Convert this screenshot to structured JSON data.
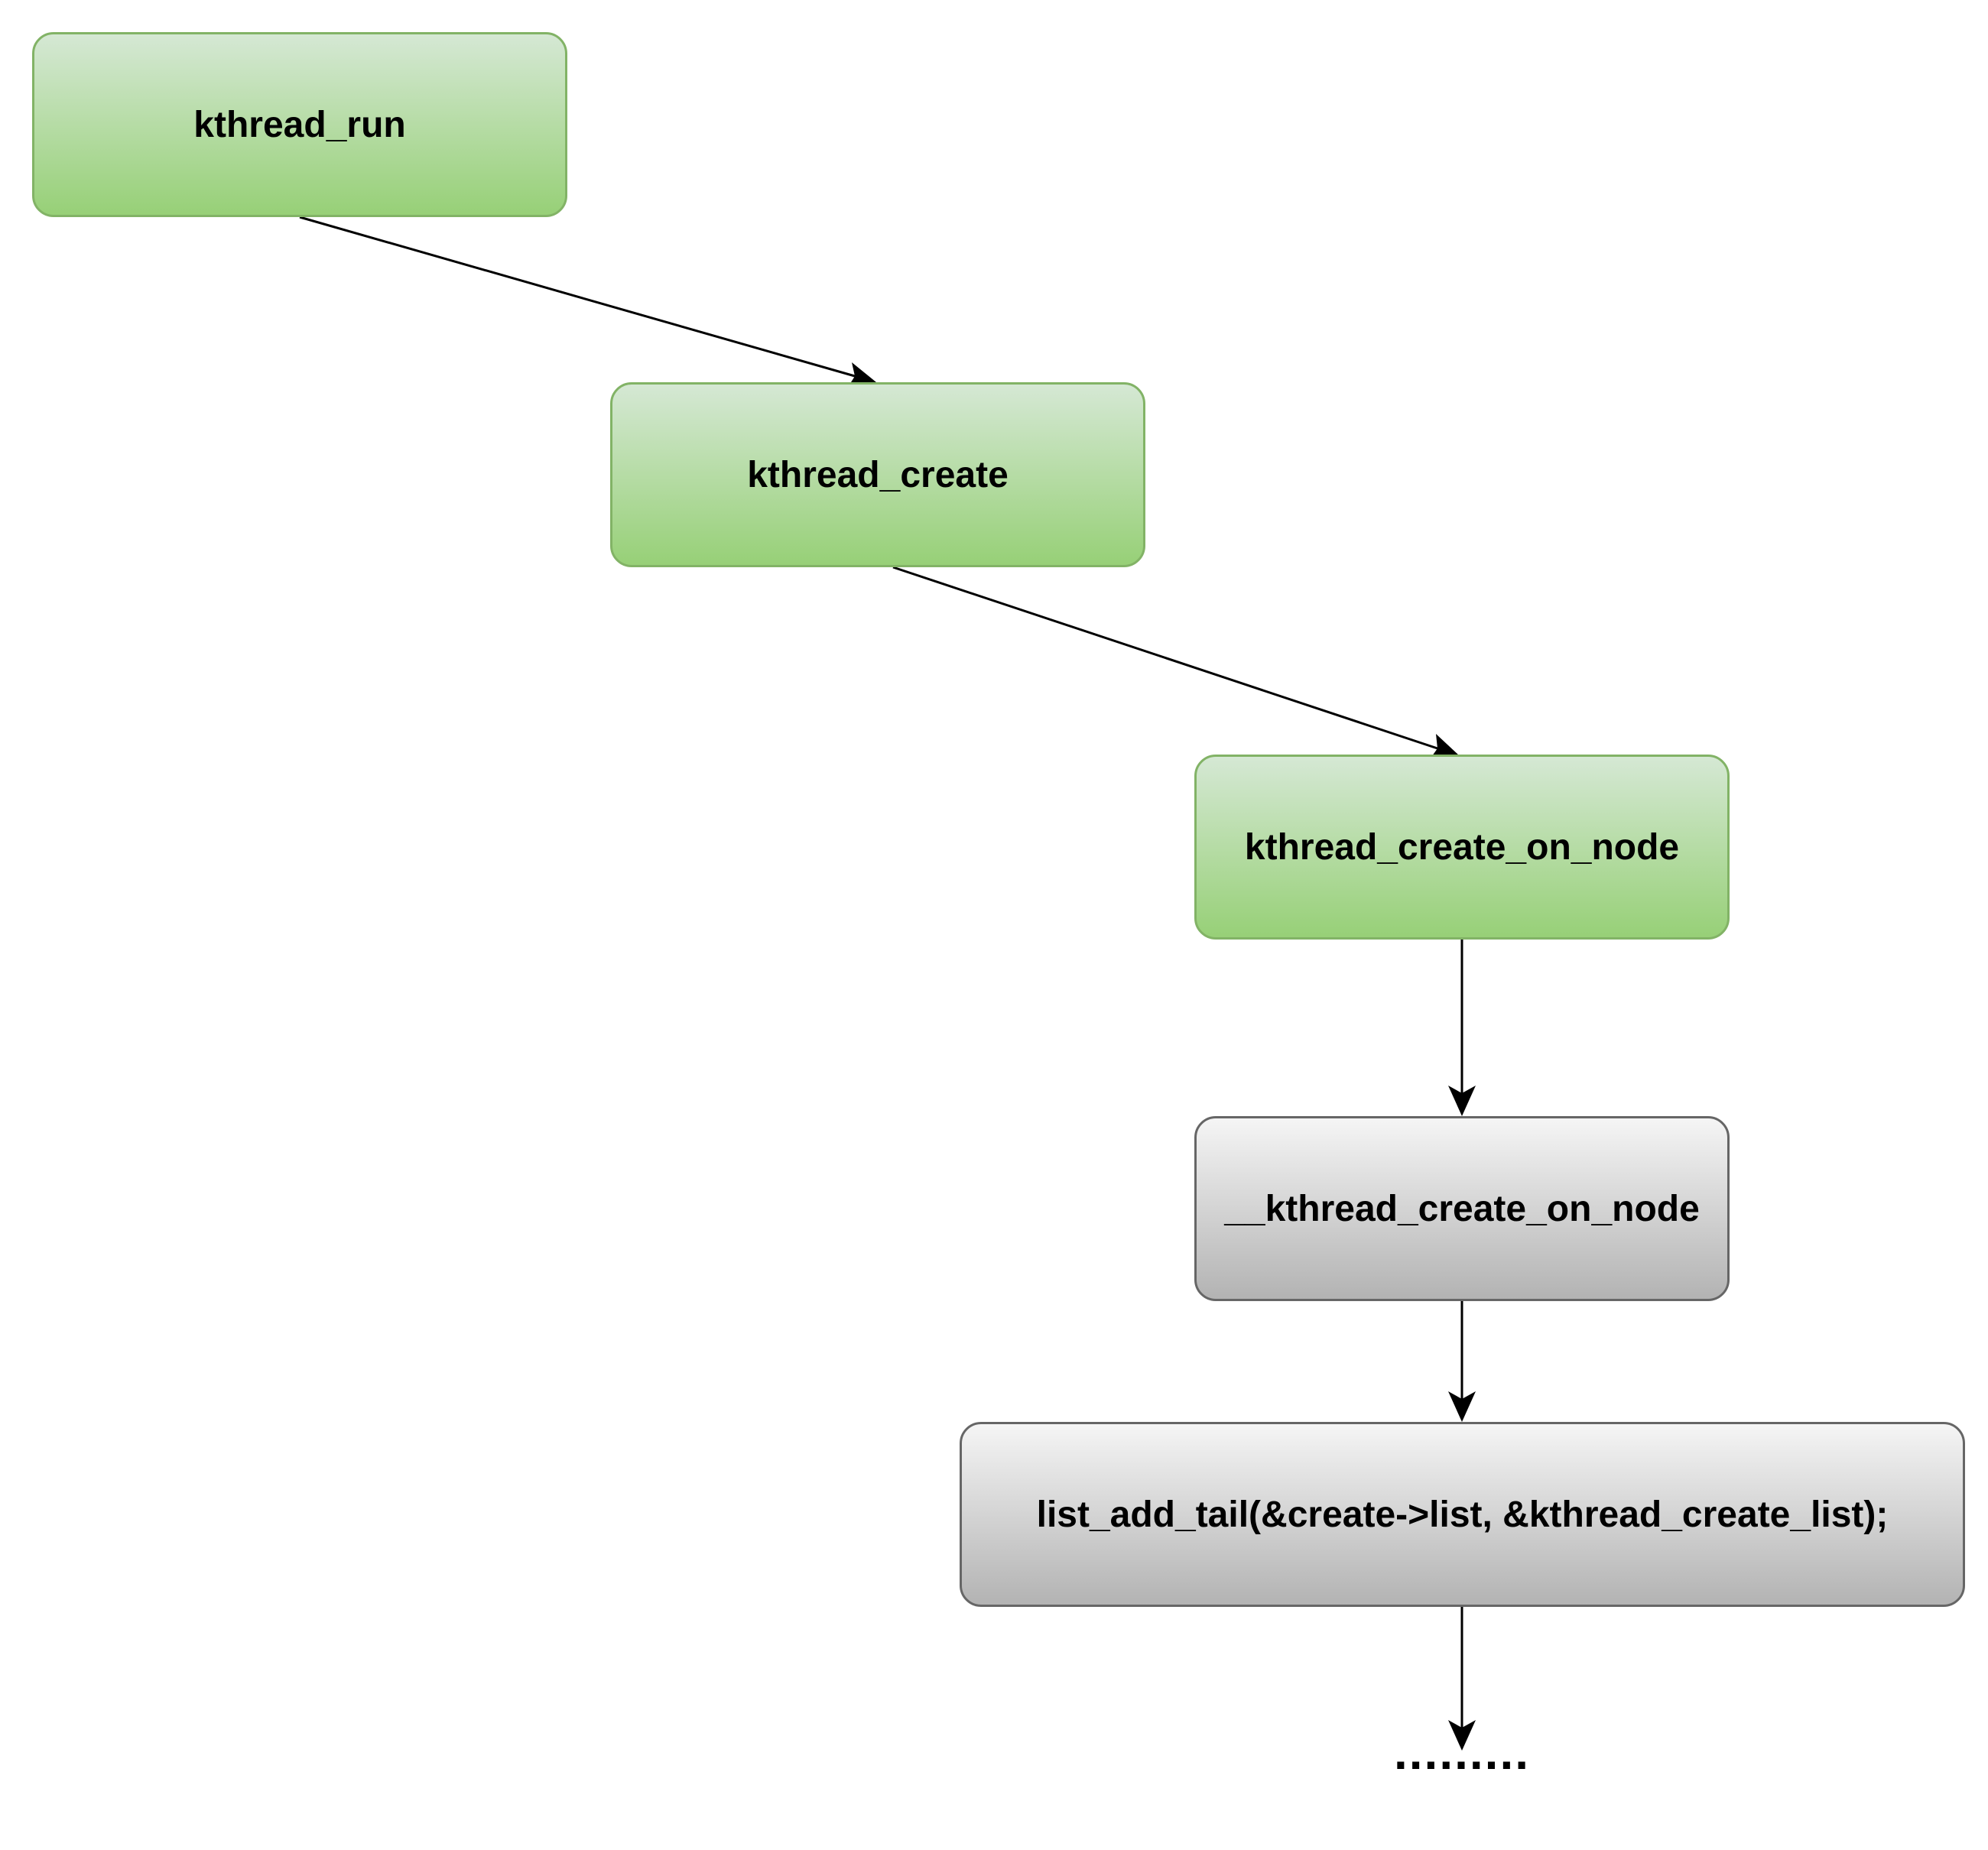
{
  "nodes": {
    "kthread_run": "kthread_run",
    "kthread_create": "kthread_create",
    "kthread_create_on_node": "kthread_create_on_node",
    "__kthread_create_on_node": "__kthread_create_on_node",
    "list_add_tail": "list_add_tail(&create->list, &kthread_create_list);"
  },
  "continuation": ".........",
  "colors": {
    "green_fill_top": "#d5e8d4",
    "green_fill_bottom": "#97d077",
    "green_border": "#82b366",
    "gray_fill_top": "#f5f5f5",
    "gray_fill_bottom": "#b3b3b3",
    "gray_border": "#666666",
    "edge": "#000000"
  },
  "edges": [
    {
      "from": "kthread_run",
      "to": "kthread_create"
    },
    {
      "from": "kthread_create",
      "to": "kthread_create_on_node"
    },
    {
      "from": "kthread_create_on_node",
      "to": "__kthread_create_on_node"
    },
    {
      "from": "__kthread_create_on_node",
      "to": "list_add_tail"
    },
    {
      "from": "list_add_tail",
      "to": "continuation"
    }
  ]
}
